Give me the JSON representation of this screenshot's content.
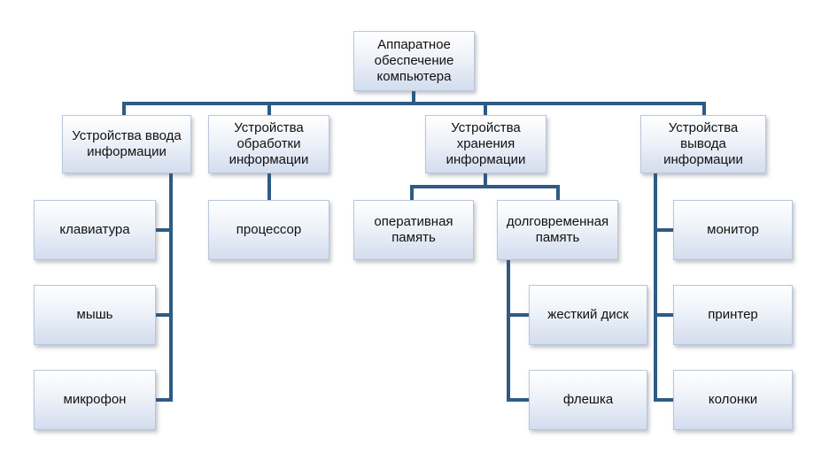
{
  "diagram": {
    "root": "Аппаратное\nобеспечение\nкомпьютера",
    "categories": {
      "input": "Устройства ввода\nинформации",
      "processing": "Устройства\nобработки\nинформации",
      "storage": "Устройства\nхранения\nинформации",
      "output": "Устройства\nвывода\nинформации"
    },
    "input_items": [
      "клавиатура",
      "мышь",
      "микрофон"
    ],
    "processing_items": [
      "процессор"
    ],
    "storage_items": [
      "оперативная\nпамять",
      "долговременная\nпамять"
    ],
    "longterm_items": [
      "жесткий диск",
      "флешка"
    ],
    "output_items": [
      "монитор",
      "принтер",
      "колонки"
    ],
    "colors": {
      "connector": "#2f5a85",
      "box_border": "#b9c6da",
      "box_bottom": "#d3ddee"
    }
  }
}
